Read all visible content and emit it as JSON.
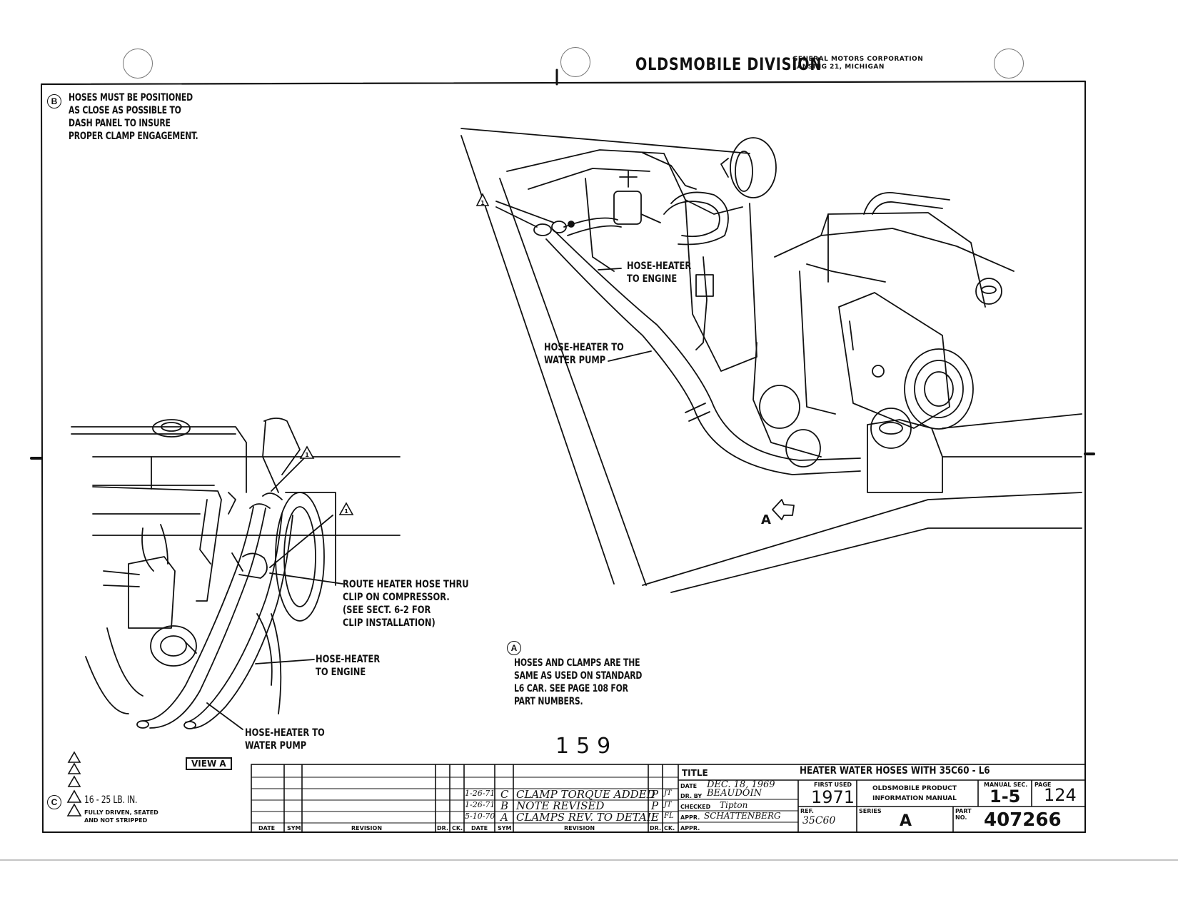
{
  "header": {
    "division": "OLDSMOBILE DIVISION",
    "corp_line1": "GENERAL MOTORS CORPORATION",
    "corp_line2": "LANSING 21, MICHIGAN"
  },
  "note_b": {
    "marker": "B",
    "lines": [
      "HOSES MUST BE POSITIONED",
      "AS CLOSE AS POSSIBLE TO",
      "DASH PANEL TO INSURE",
      "PROPER CLAMP ENGAGEMENT."
    ]
  },
  "note_a": {
    "marker": "A",
    "lines": [
      "HOSES AND CLAMPS ARE THE",
      "SAME AS USED ON STANDARD",
      "L6 CAR.  SEE PAGE 108 FOR",
      "PART NUMBERS."
    ]
  },
  "main_view": {
    "label_engine": [
      "HOSE-HEATER",
      "TO ENGINE"
    ],
    "label_pump": [
      "HOSE-HEATER TO",
      "WATER PUMP"
    ],
    "view_arrow_letter": "A",
    "triangle_marker": "1"
  },
  "view_a": {
    "route_label": [
      "ROUTE HEATER HOSE THRU",
      "CLIP ON COMPRESSOR.",
      "(SEE SECT. 6-2 FOR",
      "CLIP INSTALLATION)"
    ],
    "label_engine": [
      "HOSE-HEATER",
      "TO ENGINE"
    ],
    "label_pump": [
      "HOSE-HEATER TO",
      "WATER PUMP"
    ],
    "tag": "VIEW A"
  },
  "note_c": {
    "marker": "C",
    "torque": "16 - 25 LB. IN.",
    "line1": "FULLY DRIVEN, SEATED",
    "line2": "AND NOT STRIPPED"
  },
  "page_number": "159",
  "revision_table": {
    "col_headers": [
      "DATE",
      "SYM",
      "REVISION",
      "DR.",
      "CK."
    ],
    "rows": [
      {
        "date": "1-26-71",
        "sym": "C",
        "revision": "CLAMP TORQUE ADDED",
        "dr": "P",
        "ck": "JT"
      },
      {
        "date": "1-26-71",
        "sym": "B",
        "revision": "NOTE REVISED",
        "dr": "P",
        "ck": "JT"
      },
      {
        "date": "5-10-70",
        "sym": "A",
        "revision": "CLAMPS REV. TO DETAIL",
        "dr": "E",
        "ck": "FL"
      }
    ]
  },
  "title_block": {
    "title_label": "TITLE",
    "title": "HEATER WATER HOSES WITH 35C60 - L6",
    "date_label": "DATE",
    "date": "DEC. 18, 1969",
    "dr_by_label": "DR. BY",
    "dr_by": "BEAUDOIN",
    "checked_label": "CHECKED",
    "checked": "Tipton",
    "appr_label": "APPR.",
    "appr": "SCHATTENBERG",
    "appr2_label": "APPR.",
    "first_used_label": "FIRST USED",
    "first_used": "1971",
    "manual_name_1": "OLDSMOBILE PRODUCT",
    "manual_name_2": "INFORMATION MANUAL",
    "manual_sec_label": "MANUAL SEC.",
    "manual_sec": "1-5",
    "page_label": "PAGE",
    "page": "124",
    "ref_label": "REF.",
    "ref": "35C60",
    "series_label": "SERIES",
    "series": "A",
    "part_label": "PART NO.",
    "part_no": "407266"
  }
}
